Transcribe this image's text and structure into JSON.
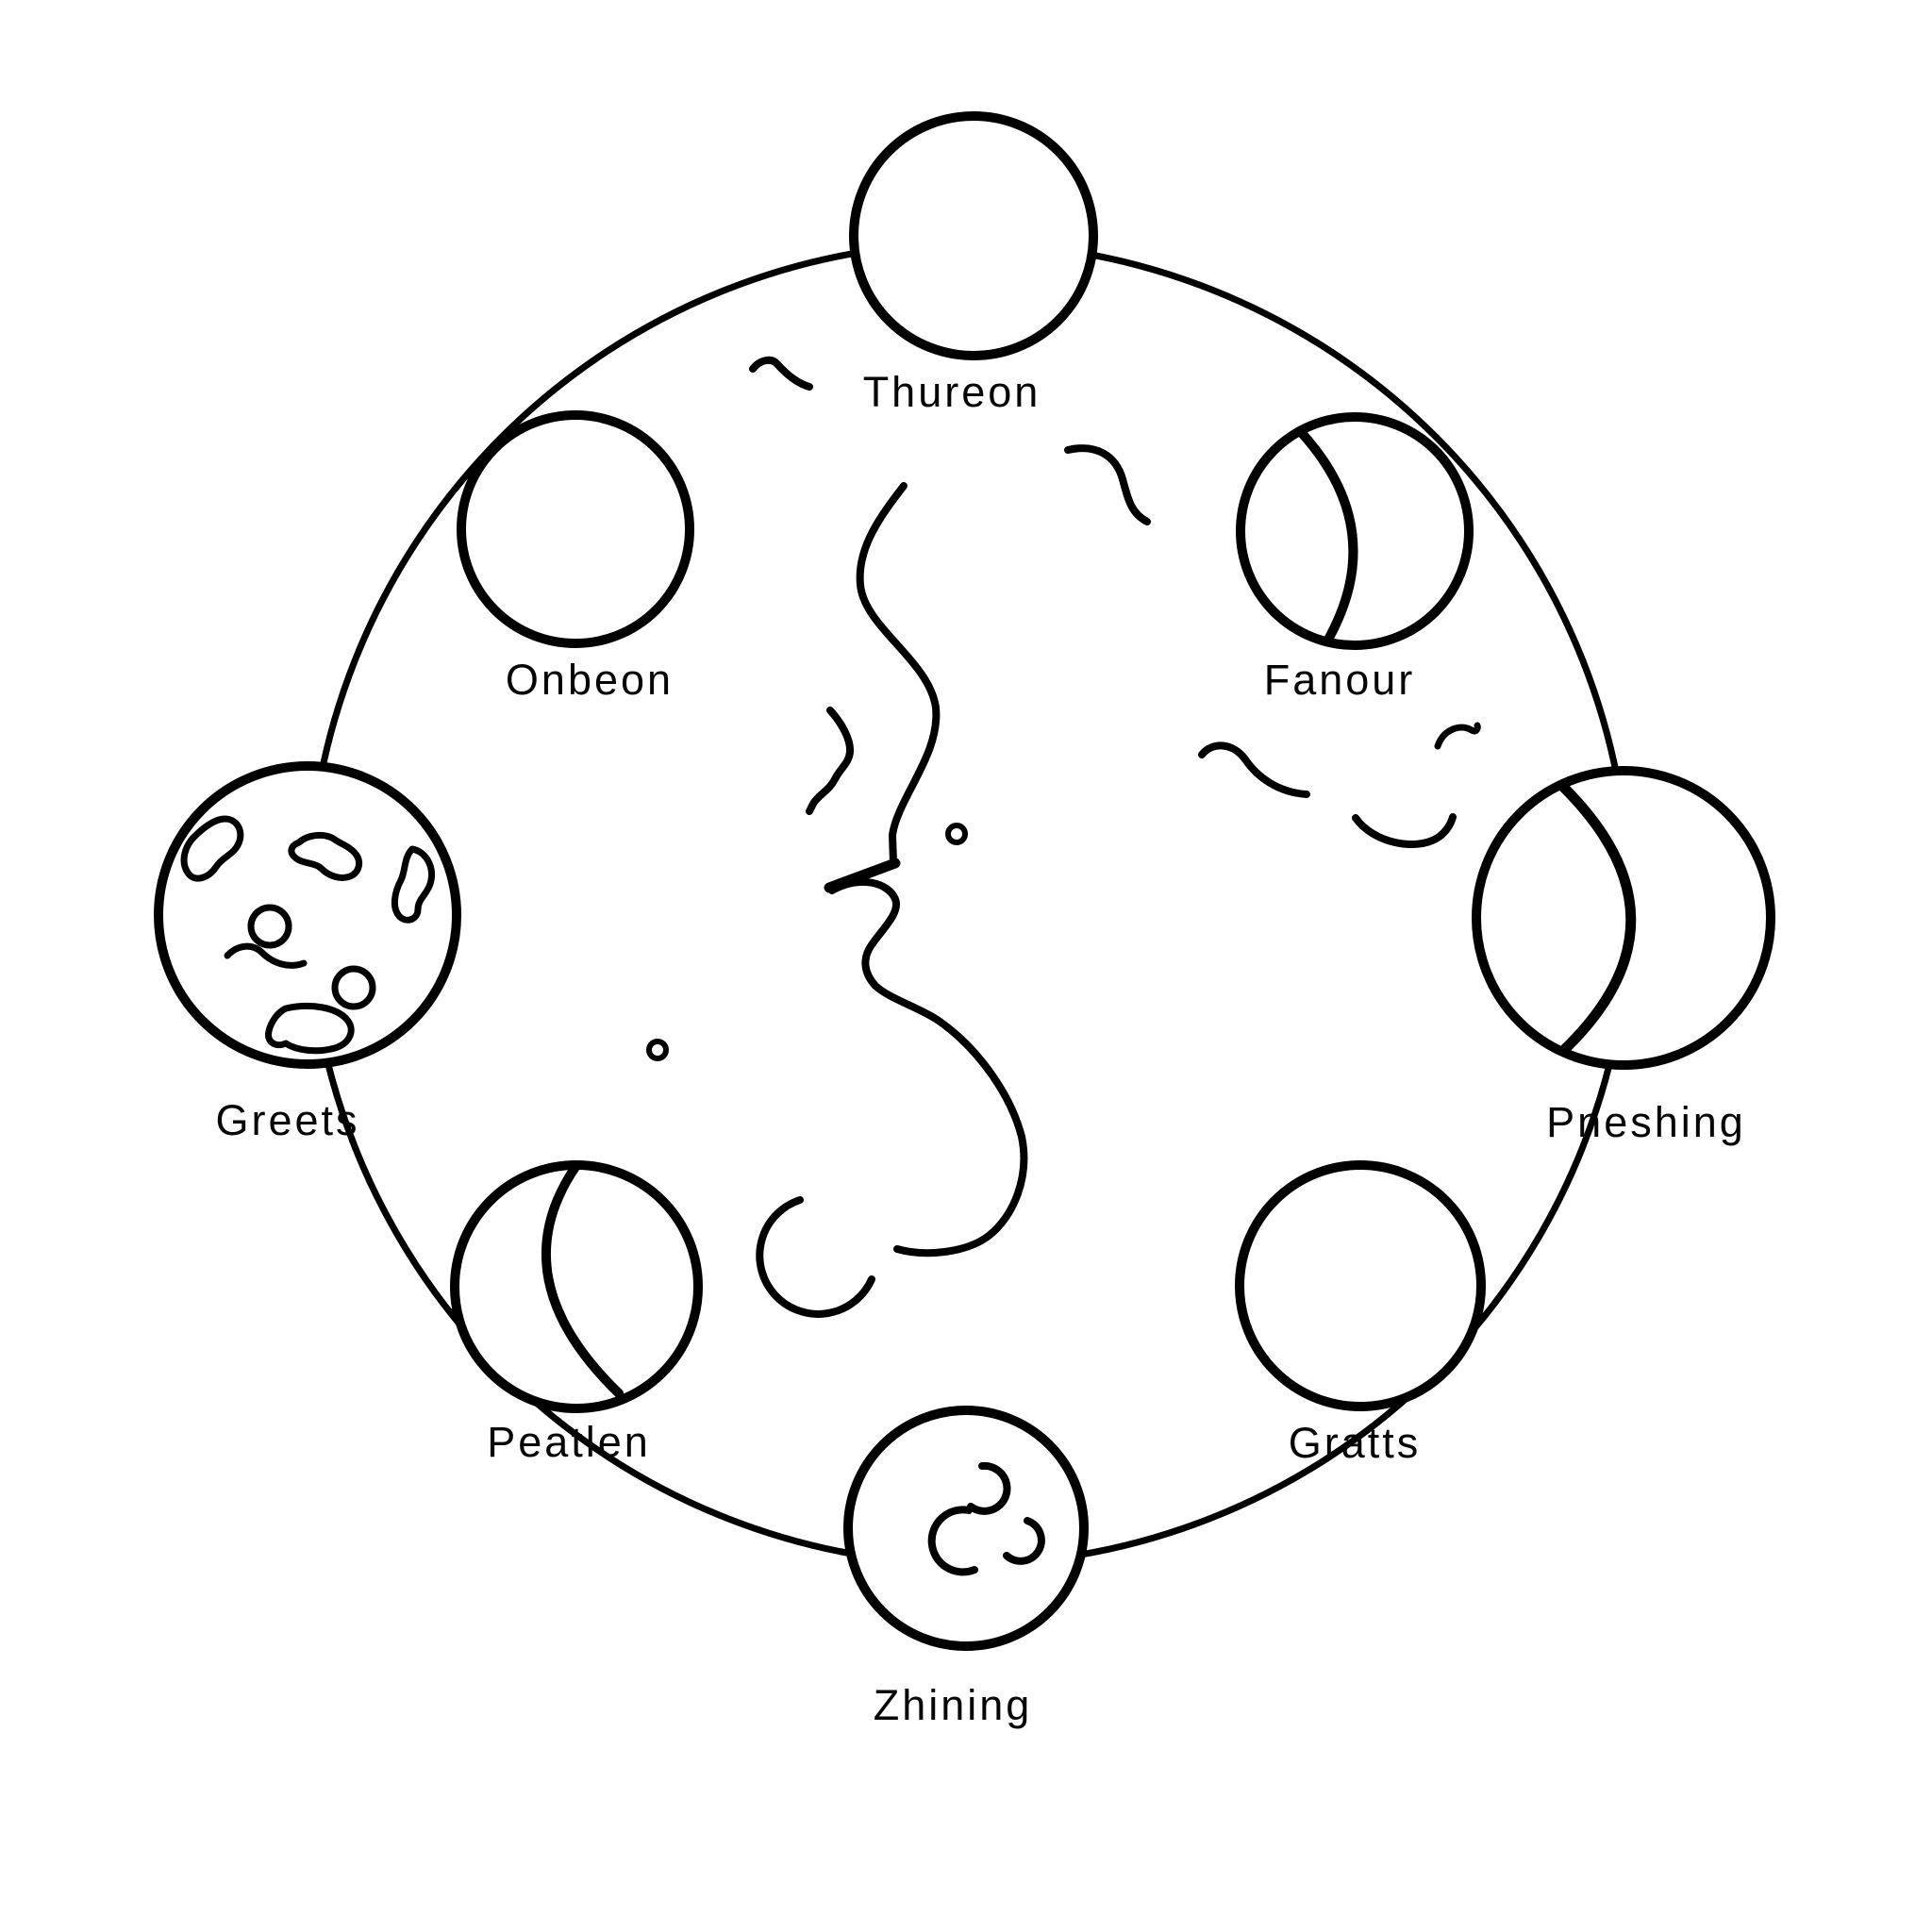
{
  "diagram": {
    "kind": "moon-phase-cycle-drawing",
    "ink_color": "#000000",
    "background_color": "#ffffff",
    "phases": [
      {
        "label": "Thureon",
        "position": "top",
        "icon": "moon-plain-circle"
      },
      {
        "label": "Onbeon",
        "position": "upper-left",
        "icon": "moon-plain-circle"
      },
      {
        "label": "Fanour",
        "position": "upper-right",
        "icon": "moon-crescent-terminator"
      },
      {
        "label": "Greets",
        "position": "left",
        "icon": "moon-cratered"
      },
      {
        "label": "Pneshing",
        "position": "right",
        "icon": "moon-crescent-terminator"
      },
      {
        "label": "Peatlen",
        "position": "lower-left",
        "icon": "moon-crescent-terminator"
      },
      {
        "label": "Gratts",
        "position": "lower-right",
        "icon": "moon-plain-circle"
      },
      {
        "label": "Zhining",
        "position": "bottom",
        "icon": "moon-with-squiggles"
      }
    ],
    "center_art": {
      "description_icons": [
        "moon-face-profile-doodle",
        "eye-dot",
        "small-dot",
        "ear-arc",
        "bird-squiggle",
        "wave-squiggle"
      ]
    }
  }
}
